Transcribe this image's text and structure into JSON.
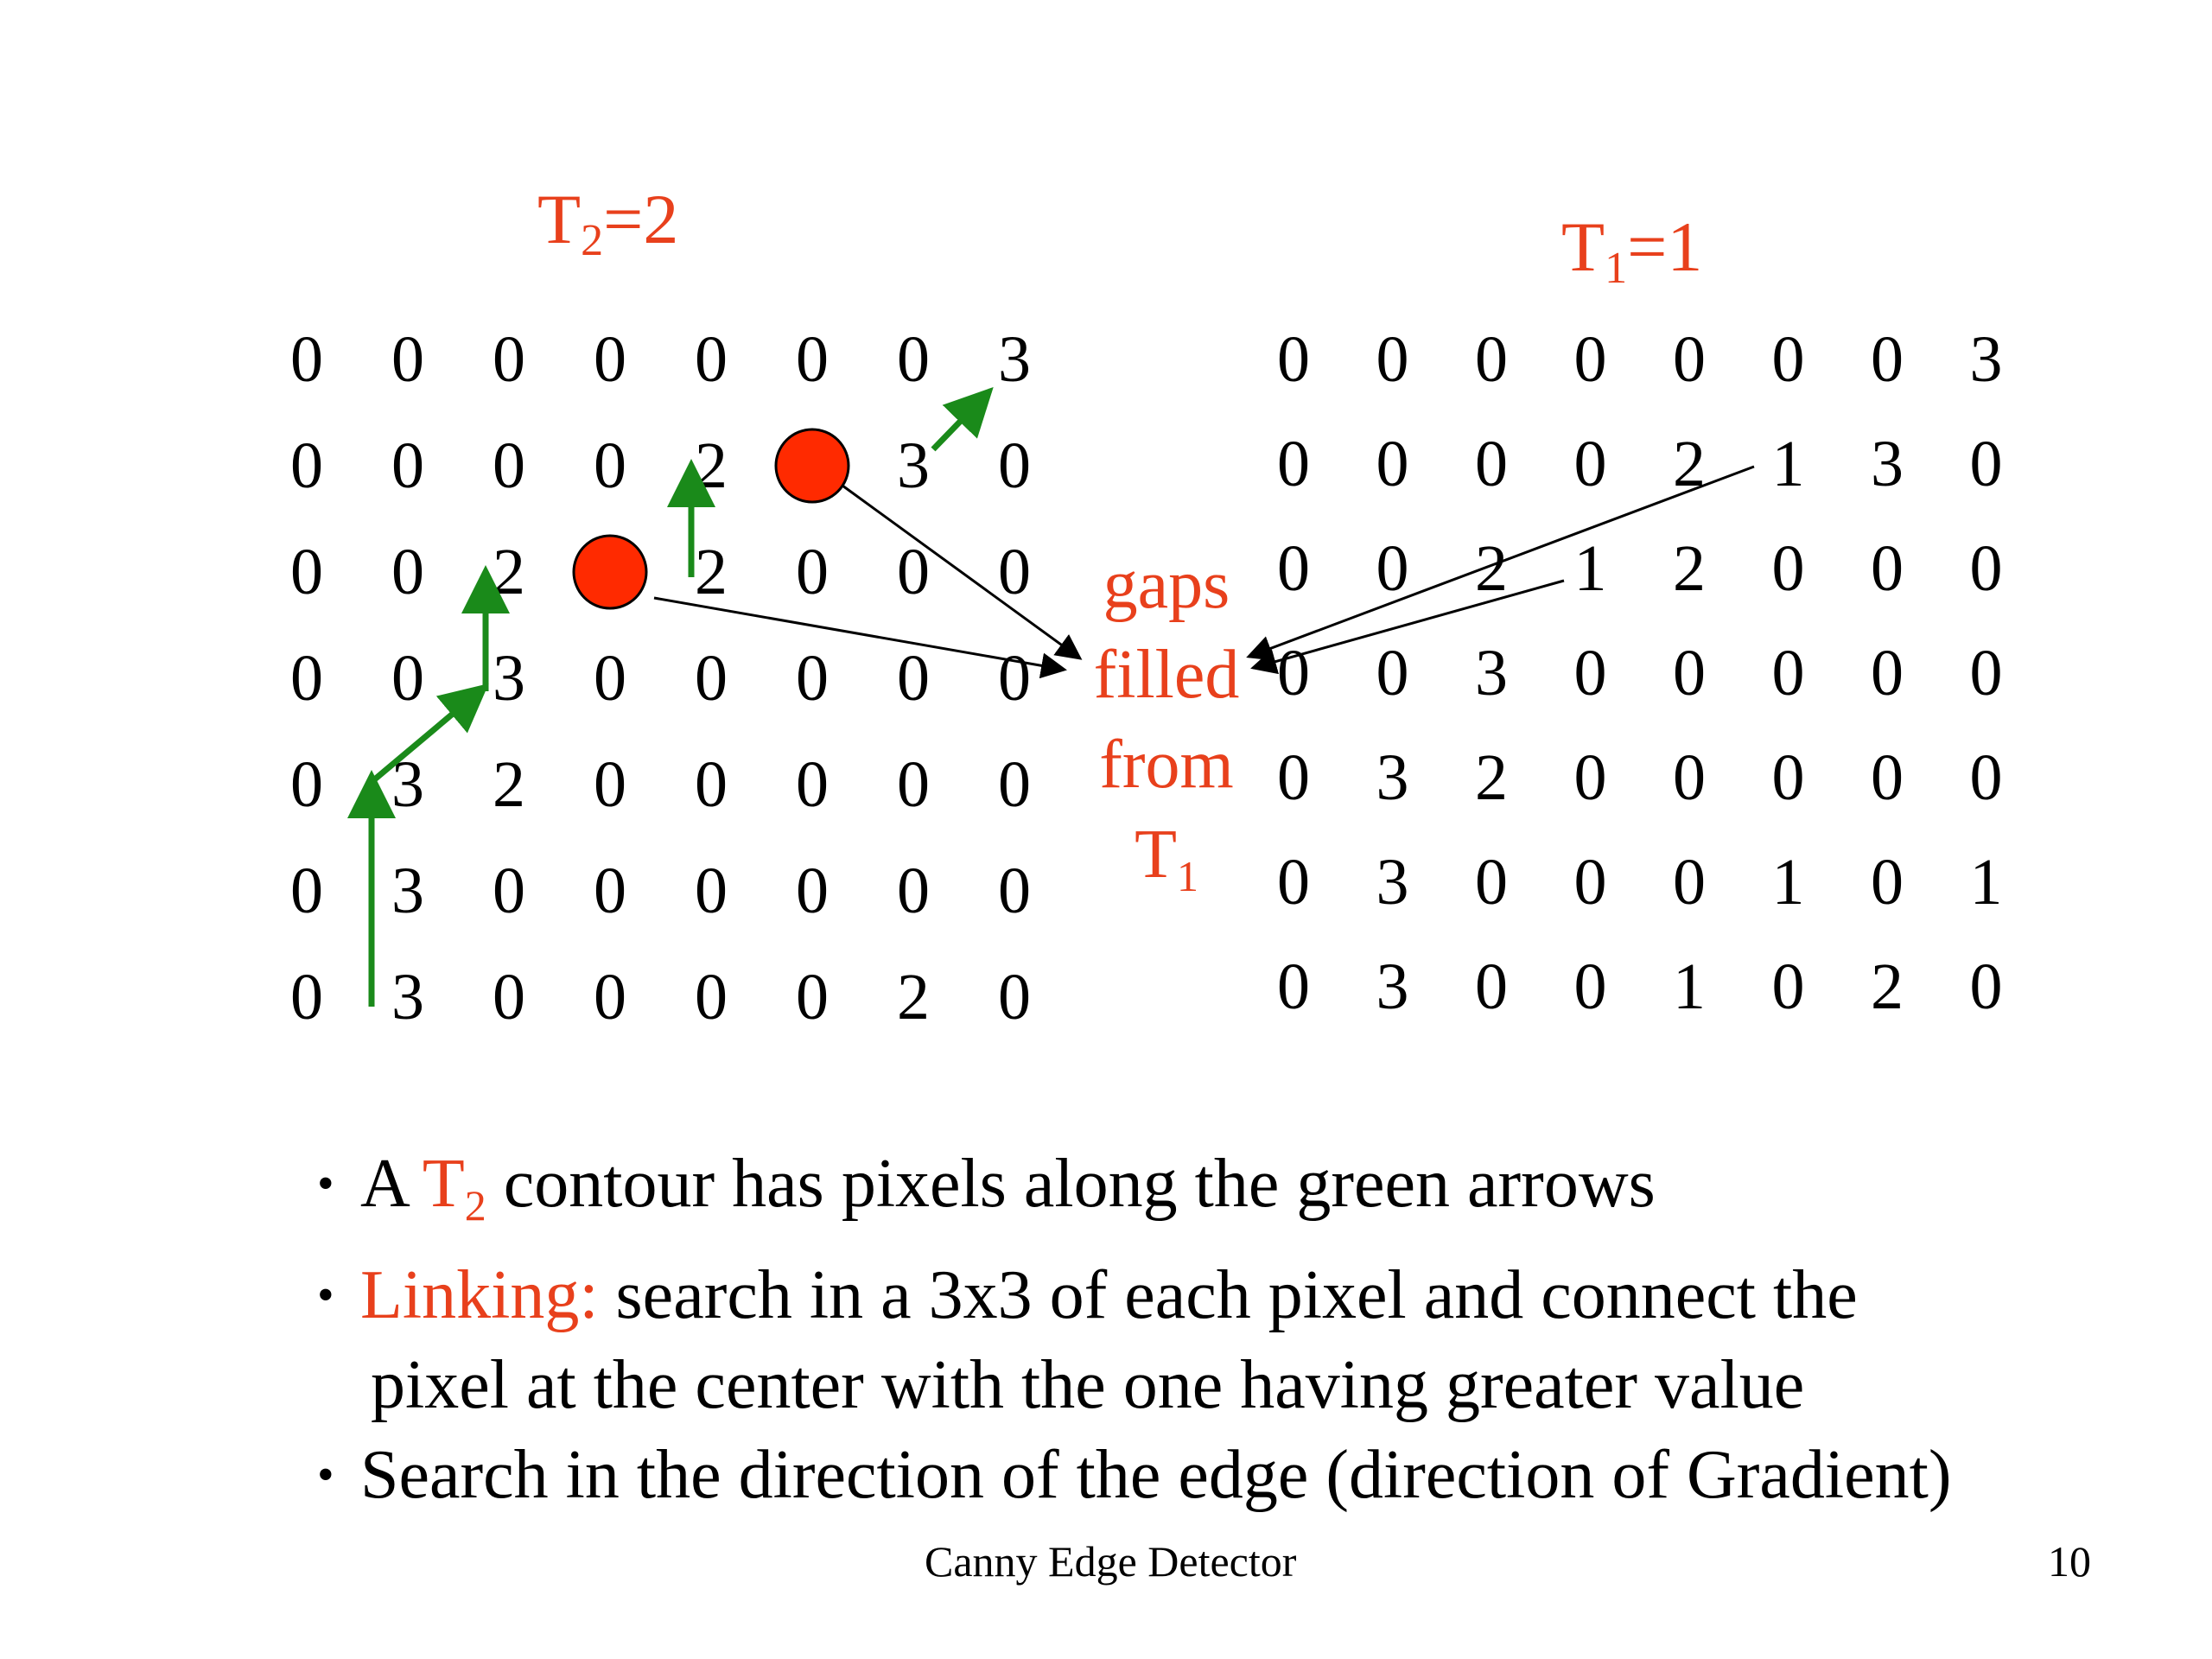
{
  "left_matrix": {
    "label": {
      "base": "T",
      "sub": "2",
      "rest": "=2"
    },
    "rows": [
      [
        "0",
        "0",
        "0",
        "0",
        "0",
        "0",
        "0",
        "3"
      ],
      [
        "0",
        "0",
        "0",
        "0",
        "2",
        "",
        "3",
        "0"
      ],
      [
        "0",
        "0",
        "2",
        "",
        "2",
        "0",
        "0",
        "0"
      ],
      [
        "0",
        "0",
        "3",
        "0",
        "0",
        "0",
        "0",
        "0"
      ],
      [
        "0",
        "3",
        "2",
        "0",
        "0",
        "0",
        "0",
        "0"
      ],
      [
        "0",
        "3",
        "0",
        "0",
        "0",
        "0",
        "0",
        "0"
      ],
      [
        "0",
        "3",
        "0",
        "0",
        "0",
        "0",
        "2",
        "0"
      ]
    ],
    "gap_markers": [
      {
        "row": 1,
        "col": 5
      },
      {
        "row": 2,
        "col": 3
      }
    ]
  },
  "right_matrix": {
    "label": {
      "base": "T",
      "sub": "1",
      "rest": "=1"
    },
    "rows": [
      [
        "0",
        "0",
        "0",
        "0",
        "0",
        "0",
        "0",
        "3"
      ],
      [
        "0",
        "0",
        "0",
        "0",
        "2",
        "1",
        "3",
        "0"
      ],
      [
        "0",
        "0",
        "2",
        "1",
        "2",
        "0",
        "0",
        "0"
      ],
      [
        "0",
        "0",
        "3",
        "0",
        "0",
        "0",
        "0",
        "0"
      ],
      [
        "0",
        "3",
        "2",
        "0",
        "0",
        "0",
        "0",
        "0"
      ],
      [
        "0",
        "3",
        "0",
        "0",
        "0",
        "1",
        "0",
        "1"
      ],
      [
        "0",
        "3",
        "0",
        "0",
        "1",
        "0",
        "2",
        "0"
      ]
    ]
  },
  "annotation": {
    "line1": "gaps",
    "line2": "filled",
    "line3": "from",
    "line4_base": "T",
    "line4_sub": "1"
  },
  "bullets": {
    "b1_prefix": "A ",
    "b1_red_base": "T",
    "b1_red_sub": "2",
    "b1_rest": " contour has pixels along the green arrows",
    "b2_red": "Linking:",
    "b2_rest": " search in a 3x3 of each pixel and connect the",
    "b2_cont": "pixel at the center with the one having greater value",
    "b3": "Search in the direction of the edge (direction of Gradient)"
  },
  "footer": {
    "title": "Canny Edge Detector",
    "page": "10"
  },
  "colors": {
    "accent": "#e8401c",
    "arrow_green": "#1a8a1a",
    "marker_red": "#ff2a00",
    "text": "#000000"
  }
}
